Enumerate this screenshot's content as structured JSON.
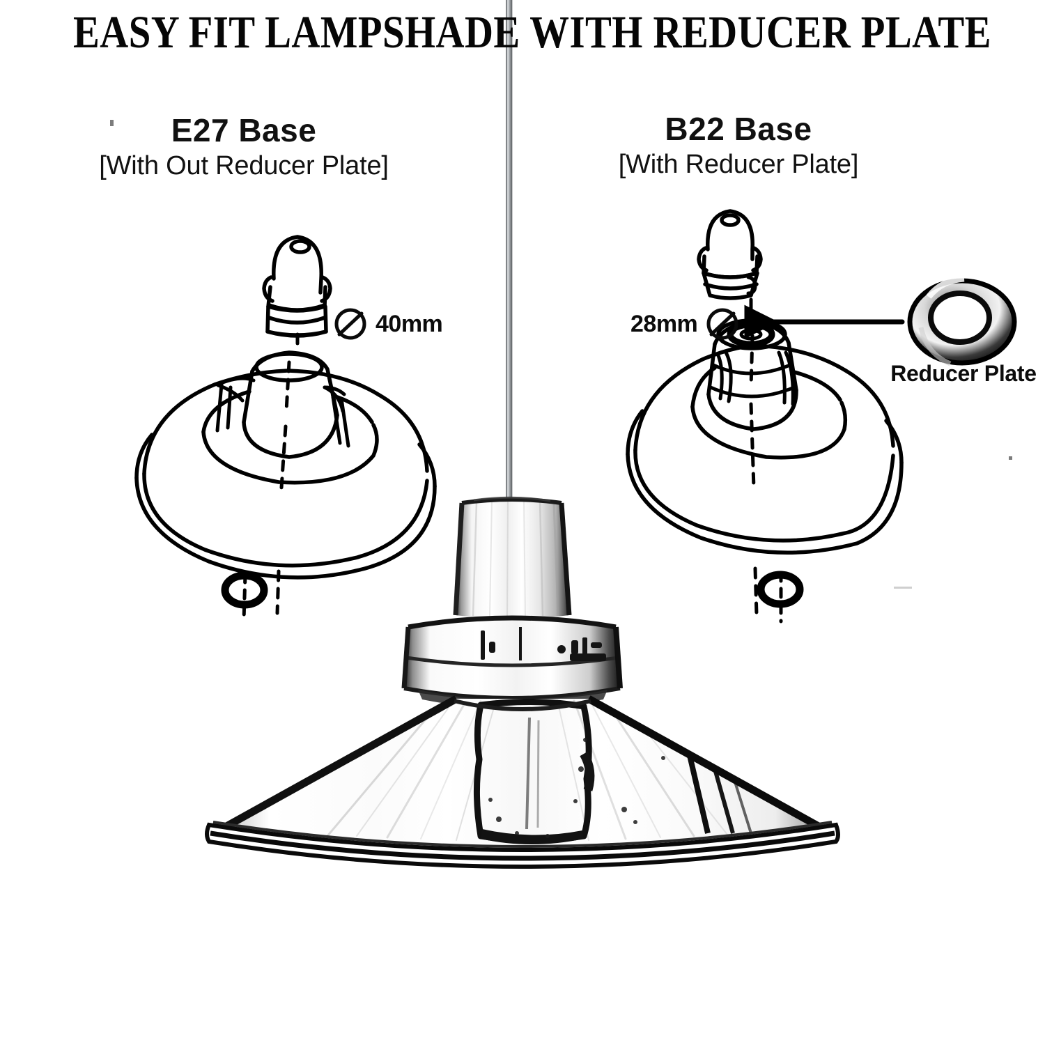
{
  "page": {
    "title": "EASY FIT LAMPSHADE WITH REDUCER PLATE",
    "background_color": "#ffffff",
    "ink_color": "#000000",
    "cable_color": "#8f9396"
  },
  "sections": {
    "left": {
      "heading": "E27 Base",
      "subheading": "[With Out Reducer Plate]",
      "dimension": {
        "value": "40mm",
        "symbol": "diameter-symbol",
        "order": "symbol-then-value"
      },
      "parts": [
        "e27-screw-bulb-holder",
        "lampshade-dome-outline",
        "shade-top-boss",
        "retaining-ring"
      ]
    },
    "right": {
      "heading": "B22 Base",
      "subheading": "[With Reducer Plate]",
      "dimension": {
        "value": "28mm",
        "symbol": "diameter-symbol",
        "order": "value-then-symbol"
      },
      "parts": [
        "b22-bayonet-bulb-holder",
        "lampshade-dome-outline",
        "shade-top-boss",
        "reducer-plate-fitted",
        "retaining-ring"
      ]
    }
  },
  "callout": {
    "label": "Reducer Plate",
    "icon": "ring-washer-icon",
    "leader": "arrow-pointing-left"
  },
  "product_photo": {
    "name": "pendant-lampshade-photo",
    "elements": [
      "suspension-cable",
      "ribbed-holder-cap",
      "holder-collar",
      "flared-cone-shade",
      "shade-bottom-rim"
    ]
  }
}
